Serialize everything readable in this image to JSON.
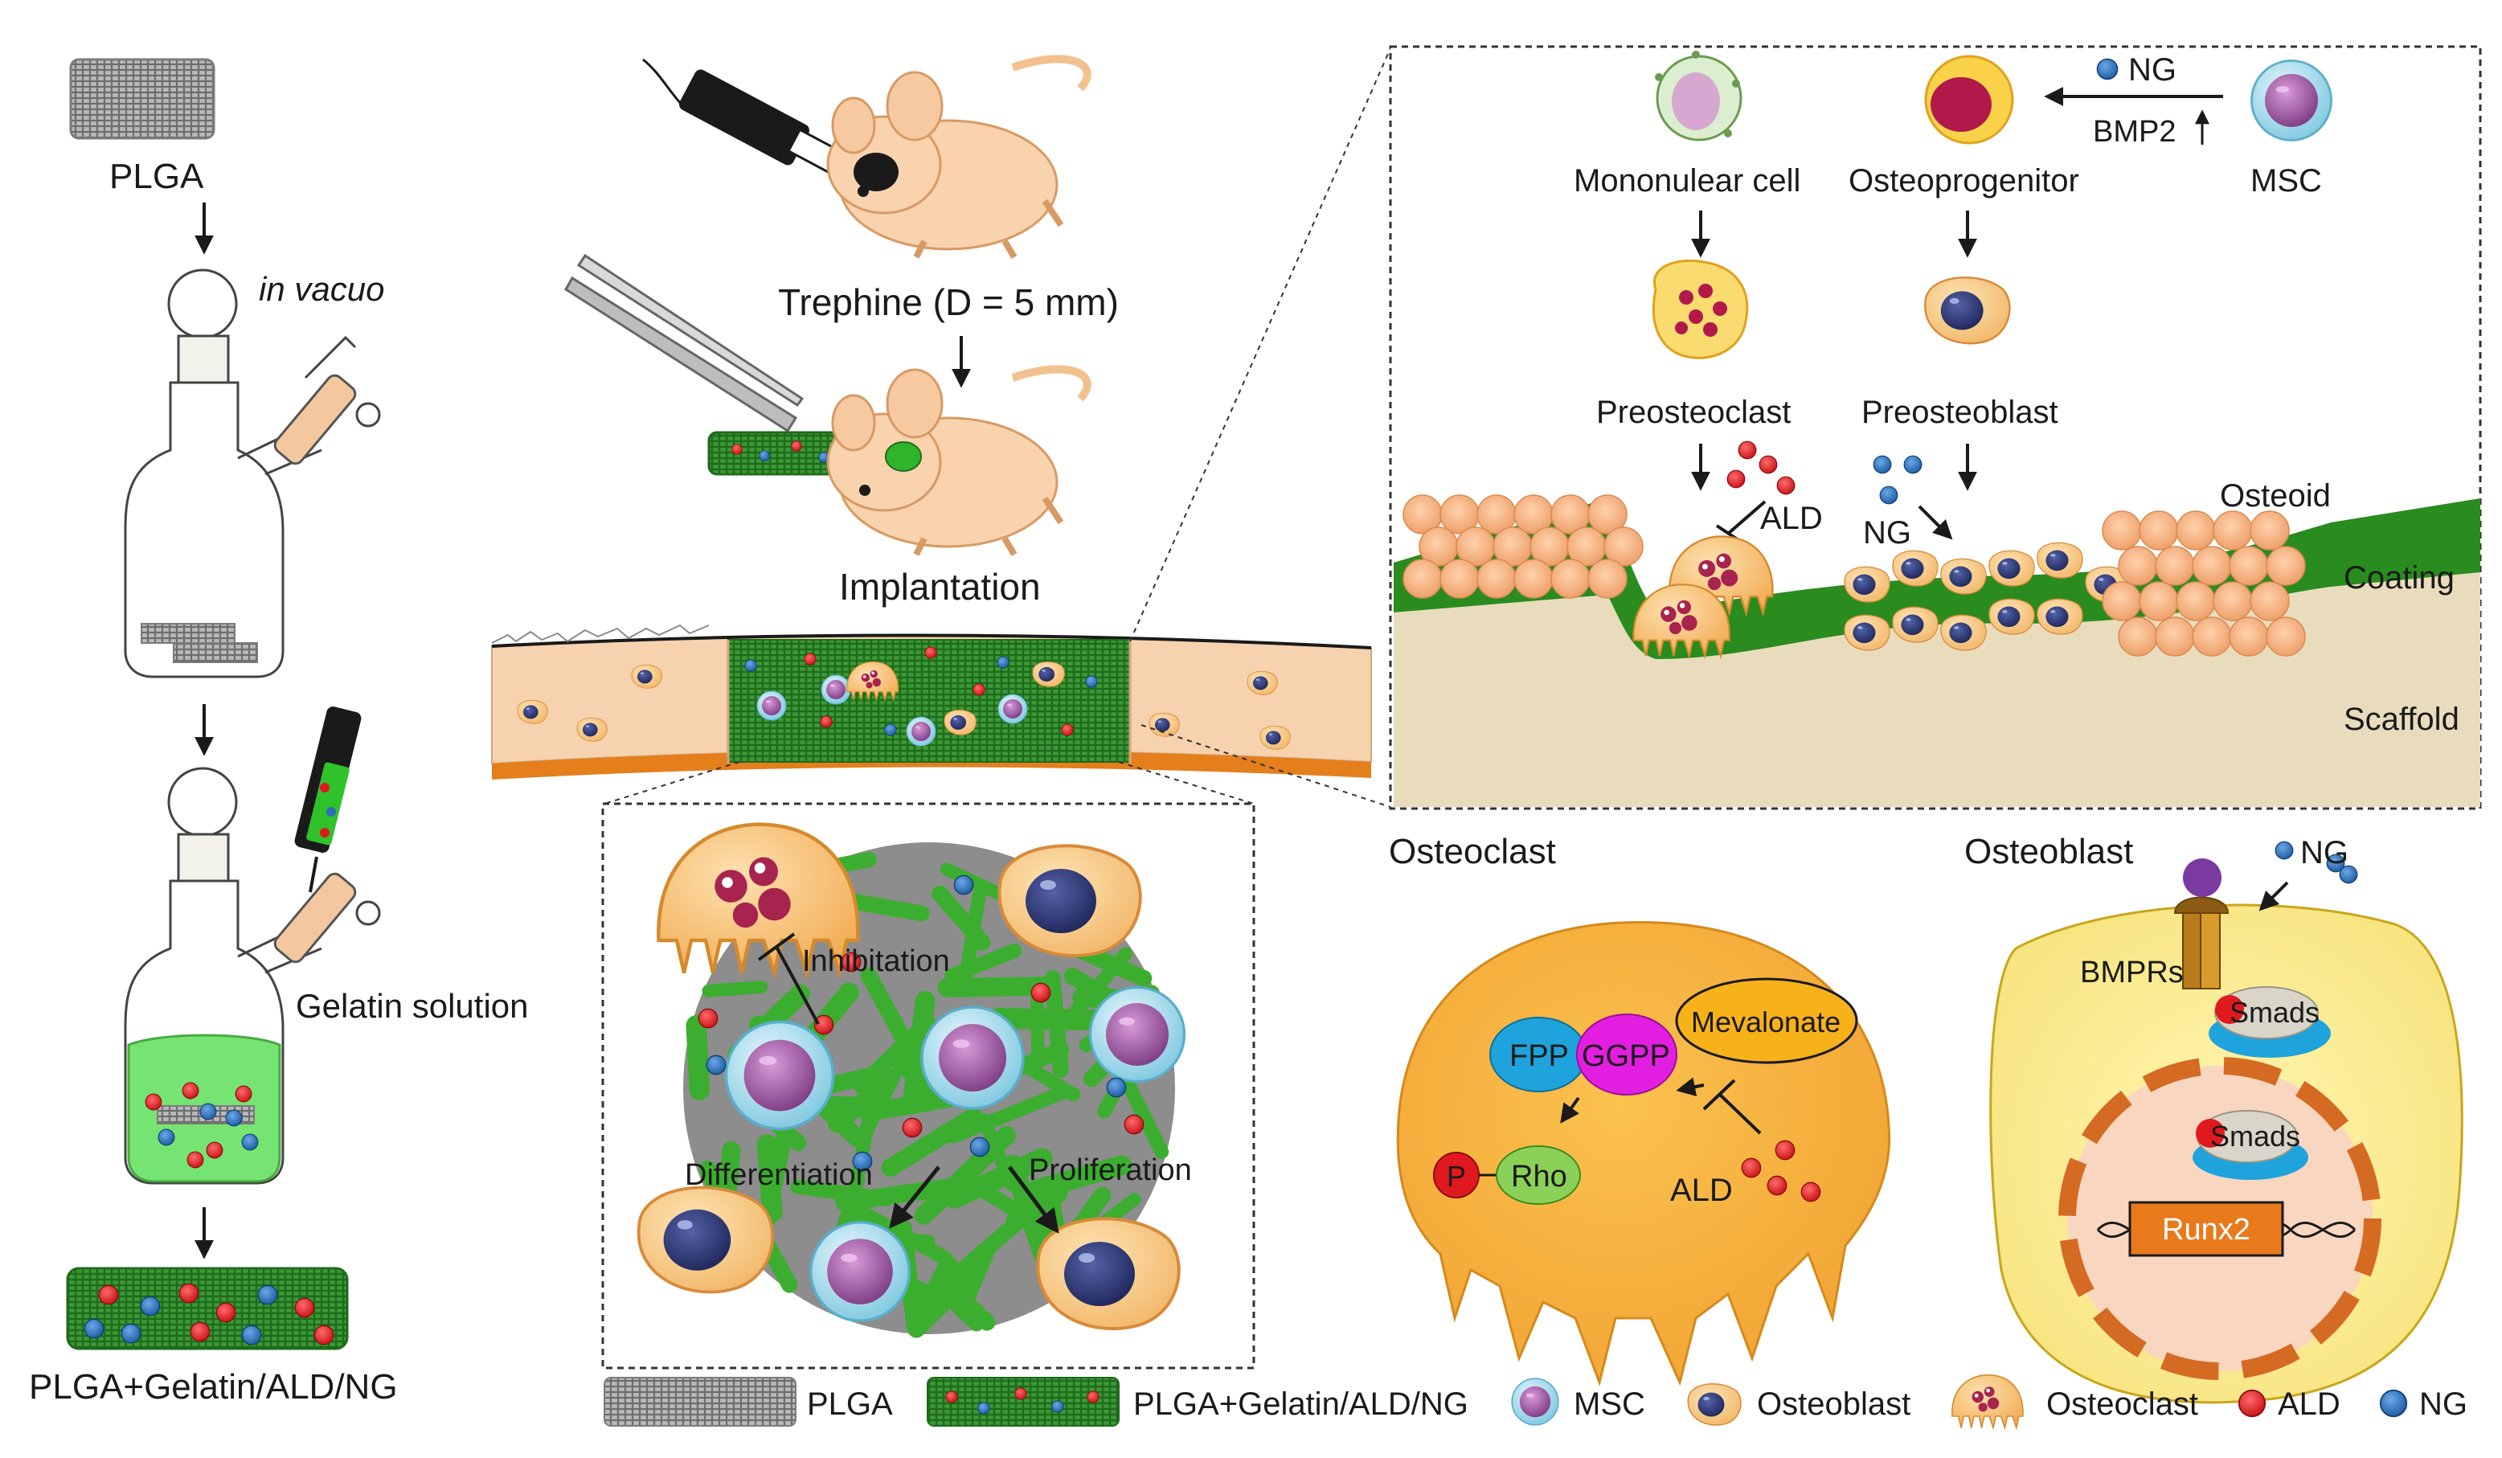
{
  "prep": {
    "plga": "PLGA",
    "in_vacuo": "in vacuo",
    "gelatin_solution": "Gelatin solution",
    "product": "PLGA+Gelatin/ALD/NG"
  },
  "surgery": {
    "trephine": "Trephine (D = 5 mm)",
    "implantation": "Implantation"
  },
  "pathway": {
    "mononuclear": "Mononulear cell",
    "osteoprogenitor": "Osteoprogenitor",
    "msc": "MSC",
    "ng_top": "NG",
    "bmp2": "BMP2",
    "preosteoclast": "Preosteoclast",
    "preosteoblast": "Preosteoblast",
    "ald": "ALD",
    "ng": "NG",
    "osteoid": "Osteoid",
    "coating": "Coating",
    "scaffold": "Scaffold"
  },
  "zoom": {
    "inhibition": "Inhibitation",
    "differentiation": "Differentiation",
    "proliferation": "Proliferation"
  },
  "osteoclast_panel": {
    "title": "Osteoclast",
    "fpp": "FPP",
    "ggpp": "GGPP",
    "mevalonate": "Mevalonate",
    "p": "P",
    "rho": "Rho",
    "ald": "ALD"
  },
  "osteoblast_panel": {
    "title": "Osteoblast",
    "ng": "NG",
    "bmprs": "BMPRs",
    "smads_1": "Smads",
    "smads_2": "Smads",
    "runx2": "Runx2"
  },
  "legend": {
    "plga": "PLGA",
    "composite": "PLGA+Gelatin/ALD/NG",
    "msc": "MSC",
    "osteoblast": "Osteoblast",
    "osteoclast": "Osteoclast",
    "ald": "ALD",
    "ng": "NG"
  },
  "colors": {
    "ald_red": "#e0191f",
    "ng_blue": "#2a6fb8",
    "gelatin_green": "#2fa52a",
    "bone_tan": "#f4c8a2",
    "osteoclast_orange": "#f7b84a",
    "nucleus_navy": "#27306b",
    "msc_purple": "#9c4d9a"
  }
}
